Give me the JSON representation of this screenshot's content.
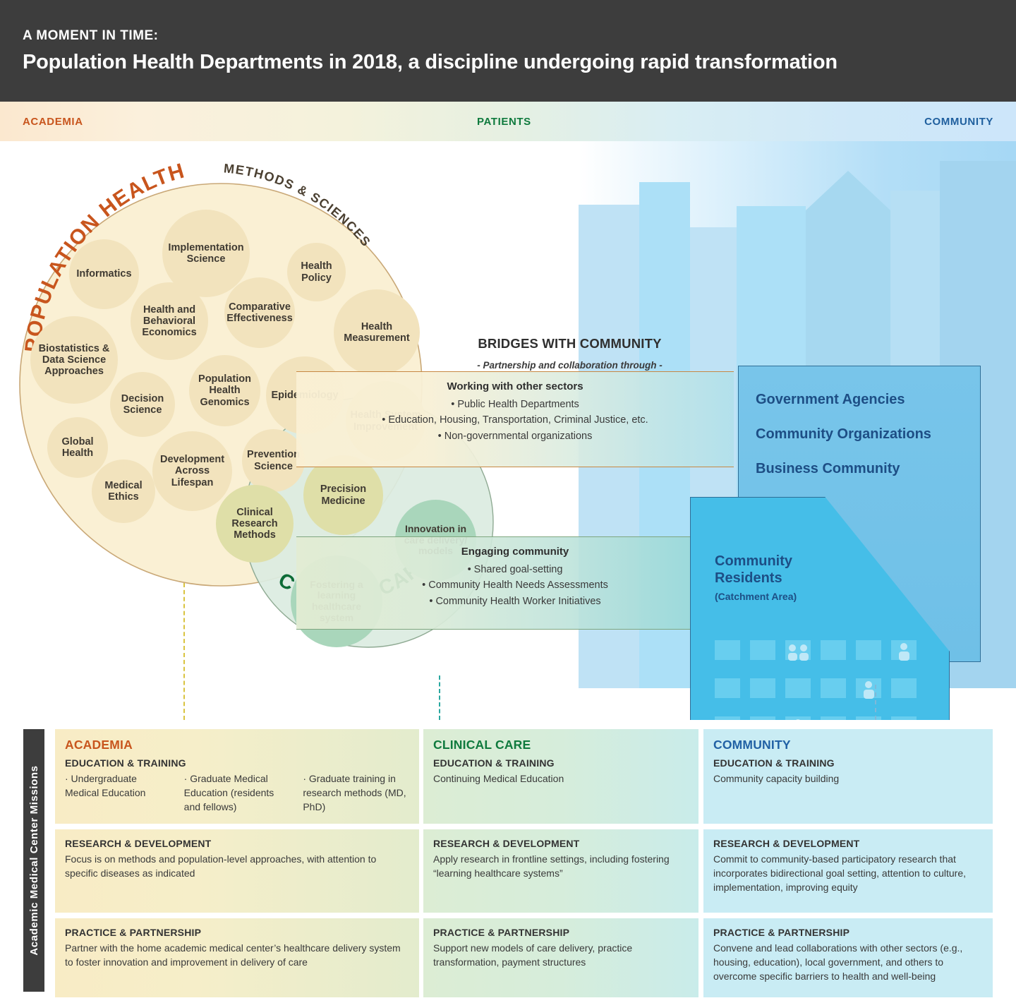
{
  "header": {
    "kicker": "A MOMENT IN TIME:",
    "title": "Population Health Departments in 2018, a discipline undergoing rapid transformation"
  },
  "band": {
    "academia": "ACADEMIA",
    "patients": "PATIENTS",
    "community": "COMMUNITY"
  },
  "venn": {
    "population_health_arc": "POPULATION HEALTH",
    "methods_sciences_arc": "METHODS & SCIENCES",
    "clinical_care_arc": "CLINICAL CARE",
    "population_health_bubbles": [
      "Implementation Science",
      "Informatics",
      "Health Policy",
      "Comparative Effectiveness",
      "Health and Behavioral Economics",
      "Health Measurement",
      "Biostatistics & Data Science Approaches",
      "Population Health Genomics",
      "Epidemiology",
      "Decision Science",
      "Global Health",
      "Prevention Science",
      "Development Across Lifespan",
      "Medical Ethics"
    ],
    "overlap_bubbles": [
      "Health System Improvement",
      "Precision Medicine",
      "Clinical Research Methods"
    ],
    "clinical_care_bubbles": [
      "Innovation in care delivery/ models",
      "Fostering a learning healthcare system"
    ]
  },
  "bridges": {
    "title": "BRIDGES WITH COMMUNITY",
    "subtitle": "- Partnership and collaboration through -",
    "top": {
      "heading": "Working with other sectors",
      "items": [
        "Public Health Departments",
        "Education, Housing, Transportation, Criminal Justice, etc.",
        "Non-governmental organizations"
      ]
    },
    "bottom": {
      "heading": "Engaging community",
      "items": [
        "Shared goal-setting",
        "Community Health Needs Assessments",
        "Community Health Worker Initiatives"
      ]
    }
  },
  "buildings": {
    "government": {
      "lines": [
        "Government Agencies",
        "Community Organizations",
        "Business Community"
      ]
    },
    "residents": {
      "title_line1": "Community",
      "title_line2": "Residents",
      "subtitle": "(Catchment Area)"
    }
  },
  "bottom": {
    "rail_label": "Academic Medical Center Missions",
    "section_labels": {
      "education": "EDUCATION & TRAINING",
      "research": "RESEARCH & DEVELOPMENT",
      "practice": "PRACTICE & PARTNERSHIP"
    },
    "columns": [
      {
        "title": "ACADEMIA",
        "education_bullets": [
          "· Undergraduate Medical Education",
          "· Graduate Medical Education (residents and fellows)",
          "· Graduate training in research methods (MD, PhD)"
        ],
        "research": "Focus is on methods and population-level approaches, with attention to specific diseases as indicated",
        "practice": "Partner with the home academic medical center’s healthcare delivery system to foster innovation and improvement in delivery of care"
      },
      {
        "title": "CLINICAL CARE",
        "education": "Continuing Medical Education",
        "research": "Apply research in frontline settings, including fostering “learning healthcare systems”",
        "practice": "Support new models of care delivery, practice transformation, payment structures"
      },
      {
        "title": "COMMUNITY",
        "education": "Community capacity building",
        "research": "Commit to community-based participatory research that incorporates bidirectional goal setting, attention to culture, implementation, improving equity",
        "practice": "Convene and lead collaborations with other sectors (e.g., housing, education), local government, and others to overcome specific barriers to health and well-being"
      }
    ]
  },
  "colors": {
    "header_bg": "#3d3d3d",
    "academia": "#c8551d",
    "patients": "#0f7a3d",
    "community": "#1f5f9e",
    "population_health_fill": "#faf0d4",
    "clinical_care_fill": "#dcece1",
    "building_blue": "#45bee8",
    "building_blue_light": "#78c5ea"
  }
}
